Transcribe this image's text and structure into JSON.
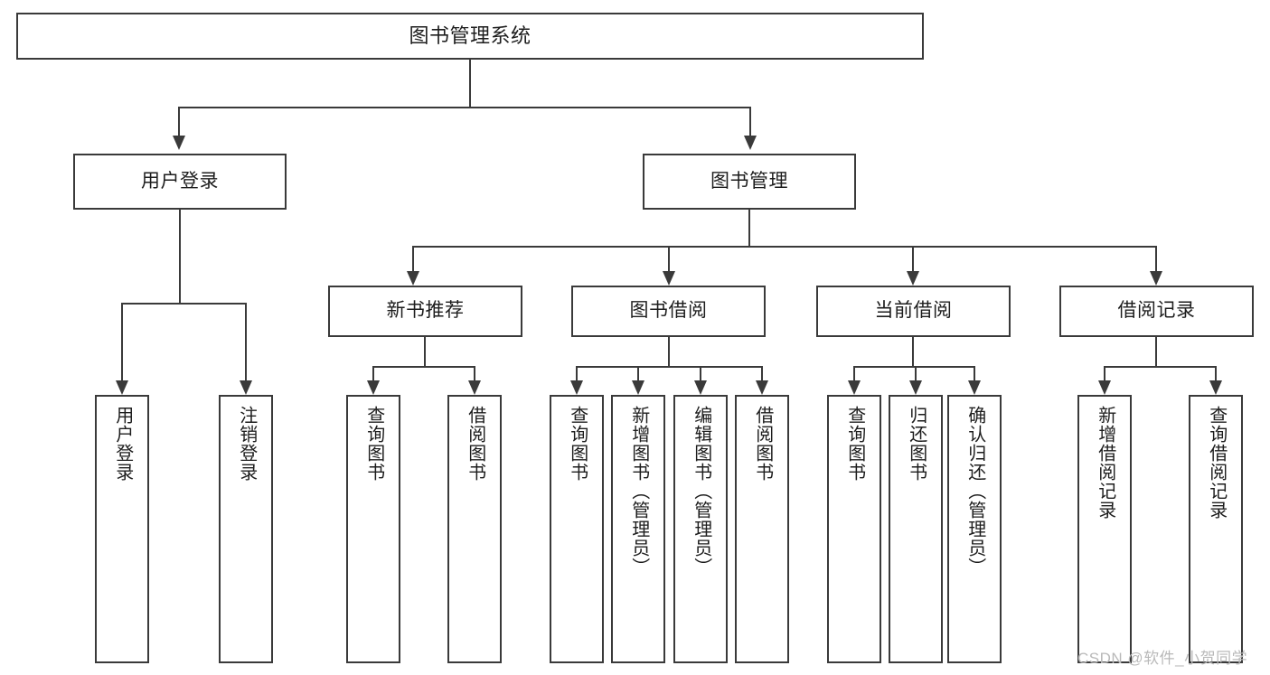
{
  "diagram": {
    "title": "图书管理系统",
    "watermark": "CSDN @软件_小贺同学",
    "colors": {
      "stroke": "#3a3a3a",
      "box_fill": "#ffffff",
      "text": "#1d1d1d",
      "watermark": "#b9b9b9",
      "background": "#ffffff"
    },
    "root": {
      "label": "图书管理系统"
    },
    "branches": [
      {
        "label": "用户登录",
        "leaves": [
          {
            "label": "用户登录"
          },
          {
            "label": "注销登录"
          }
        ]
      },
      {
        "label": "图书管理",
        "groups": [
          {
            "label": "新书推荐",
            "leaves": [
              {
                "label": "查询图书"
              },
              {
                "label": "借阅图书"
              }
            ]
          },
          {
            "label": "图书借阅",
            "leaves": [
              {
                "label": "查询图书"
              },
              {
                "label": "新增图书（管理员）"
              },
              {
                "label": "编辑图书（管理员）"
              },
              {
                "label": "借阅图书"
              }
            ]
          },
          {
            "label": "当前借阅",
            "leaves": [
              {
                "label": "查询图书"
              },
              {
                "label": "归还图书"
              },
              {
                "label": "确认归还（管理员）"
              }
            ]
          },
          {
            "label": "借阅记录",
            "leaves": [
              {
                "label": "新增借阅记录"
              },
              {
                "label": "查询借阅记录"
              }
            ]
          }
        ]
      }
    ]
  }
}
